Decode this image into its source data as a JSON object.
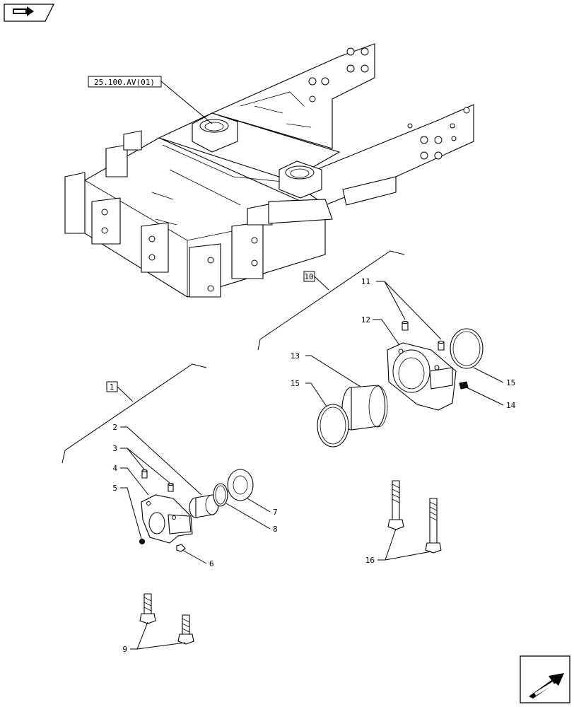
{
  "nav": {
    "top_left_icon": "back-arrow-icon",
    "bottom_right_icon": "next-arrow-icon"
  },
  "reference_box": "25.100.AV(01)",
  "groups": {
    "g1": "1",
    "g10": "10"
  },
  "labels": {
    "l2": "2",
    "l3": "3",
    "l4": "4",
    "l5": "5",
    "l6": "6",
    "l7": "7",
    "l8": "8",
    "l9": "9",
    "l11": "11",
    "l12": "12",
    "l13": "13",
    "l14": "14",
    "l15a": "15",
    "l15b": "15",
    "l16": "16"
  }
}
